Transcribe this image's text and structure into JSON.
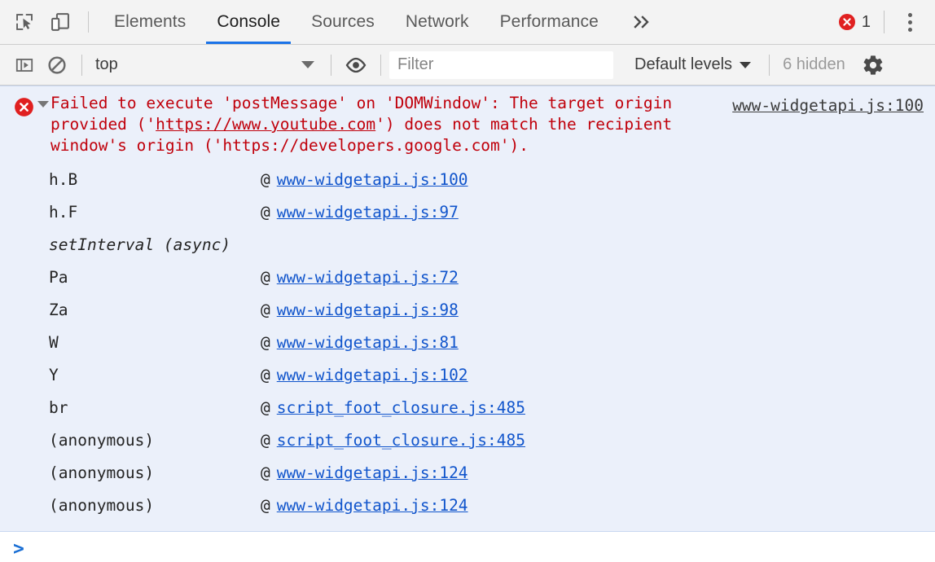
{
  "tabbar": {
    "icons": [
      {
        "name": "inspect-element-icon",
        "title": "Inspect element"
      },
      {
        "name": "device-toolbar-icon",
        "title": "Toggle device toolbar"
      }
    ],
    "tabs": [
      {
        "label": "Elements",
        "selected": false
      },
      {
        "label": "Console",
        "selected": true
      },
      {
        "label": "Sources",
        "selected": false
      },
      {
        "label": "Network",
        "selected": false
      },
      {
        "label": "Performance",
        "selected": false
      }
    ],
    "more_tabs_label": "»",
    "error_count": "1",
    "error_icon": "error-circle-icon",
    "menu_icon": "kebab-menu-icon"
  },
  "filterbar": {
    "sidebar_toggle_icon": "console-sidebar-icon",
    "clear_icon": "clear-console-icon",
    "context": "top",
    "eye_icon": "live-expression-eye-icon",
    "filter_placeholder": "Filter",
    "filter_value": "",
    "levels_label": "Default levels",
    "hidden_label": "6 hidden",
    "settings_icon": "gear-icon"
  },
  "console": {
    "message": {
      "level": "error",
      "expanded": true,
      "text_part1": "Failed to execute 'postMessage' on 'DOMWindow': The target origin provided ('",
      "url1": "https://www.youtube.com",
      "text_part2": "') does not match the recipient window's origin ('",
      "url2": "https://developers.google.com",
      "text_part3": "').",
      "source_link": "www-widgetapi.js:100"
    },
    "stack": [
      {
        "fn": "h.B",
        "at": "@",
        "loc": "www-widgetapi.js:100",
        "async": false
      },
      {
        "fn": "h.F",
        "at": "@",
        "loc": "www-widgetapi.js:97",
        "async": false
      },
      {
        "fn": "setInterval (async)",
        "at": "",
        "loc": "",
        "async": true
      },
      {
        "fn": "Pa",
        "at": "@",
        "loc": "www-widgetapi.js:72",
        "async": false
      },
      {
        "fn": "Za",
        "at": "@",
        "loc": "www-widgetapi.js:98",
        "async": false
      },
      {
        "fn": "W",
        "at": "@",
        "loc": "www-widgetapi.js:81",
        "async": false
      },
      {
        "fn": "Y",
        "at": "@",
        "loc": "www-widgetapi.js:102",
        "async": false
      },
      {
        "fn": "br",
        "at": "@",
        "loc": "script_foot_closure.js:485",
        "async": false
      },
      {
        "fn": "(anonymous)",
        "at": "@",
        "loc": "script_foot_closure.js:485",
        "async": false
      },
      {
        "fn": "(anonymous)",
        "at": "@",
        "loc": "www-widgetapi.js:124",
        "async": false
      },
      {
        "fn": "(anonymous)",
        "at": "@",
        "loc": "www-widgetapi.js:124",
        "async": false
      }
    ],
    "prompt": {
      "arrow": ">",
      "value": "",
      "placeholder": ""
    }
  },
  "colors": {
    "error_text": "#c0000b",
    "error_bg": "#ebf0fa",
    "link": "#1155cc",
    "accent": "#1a73e8",
    "toolbar_bg": "#f3f3f3",
    "error_badge": "#e02020"
  }
}
